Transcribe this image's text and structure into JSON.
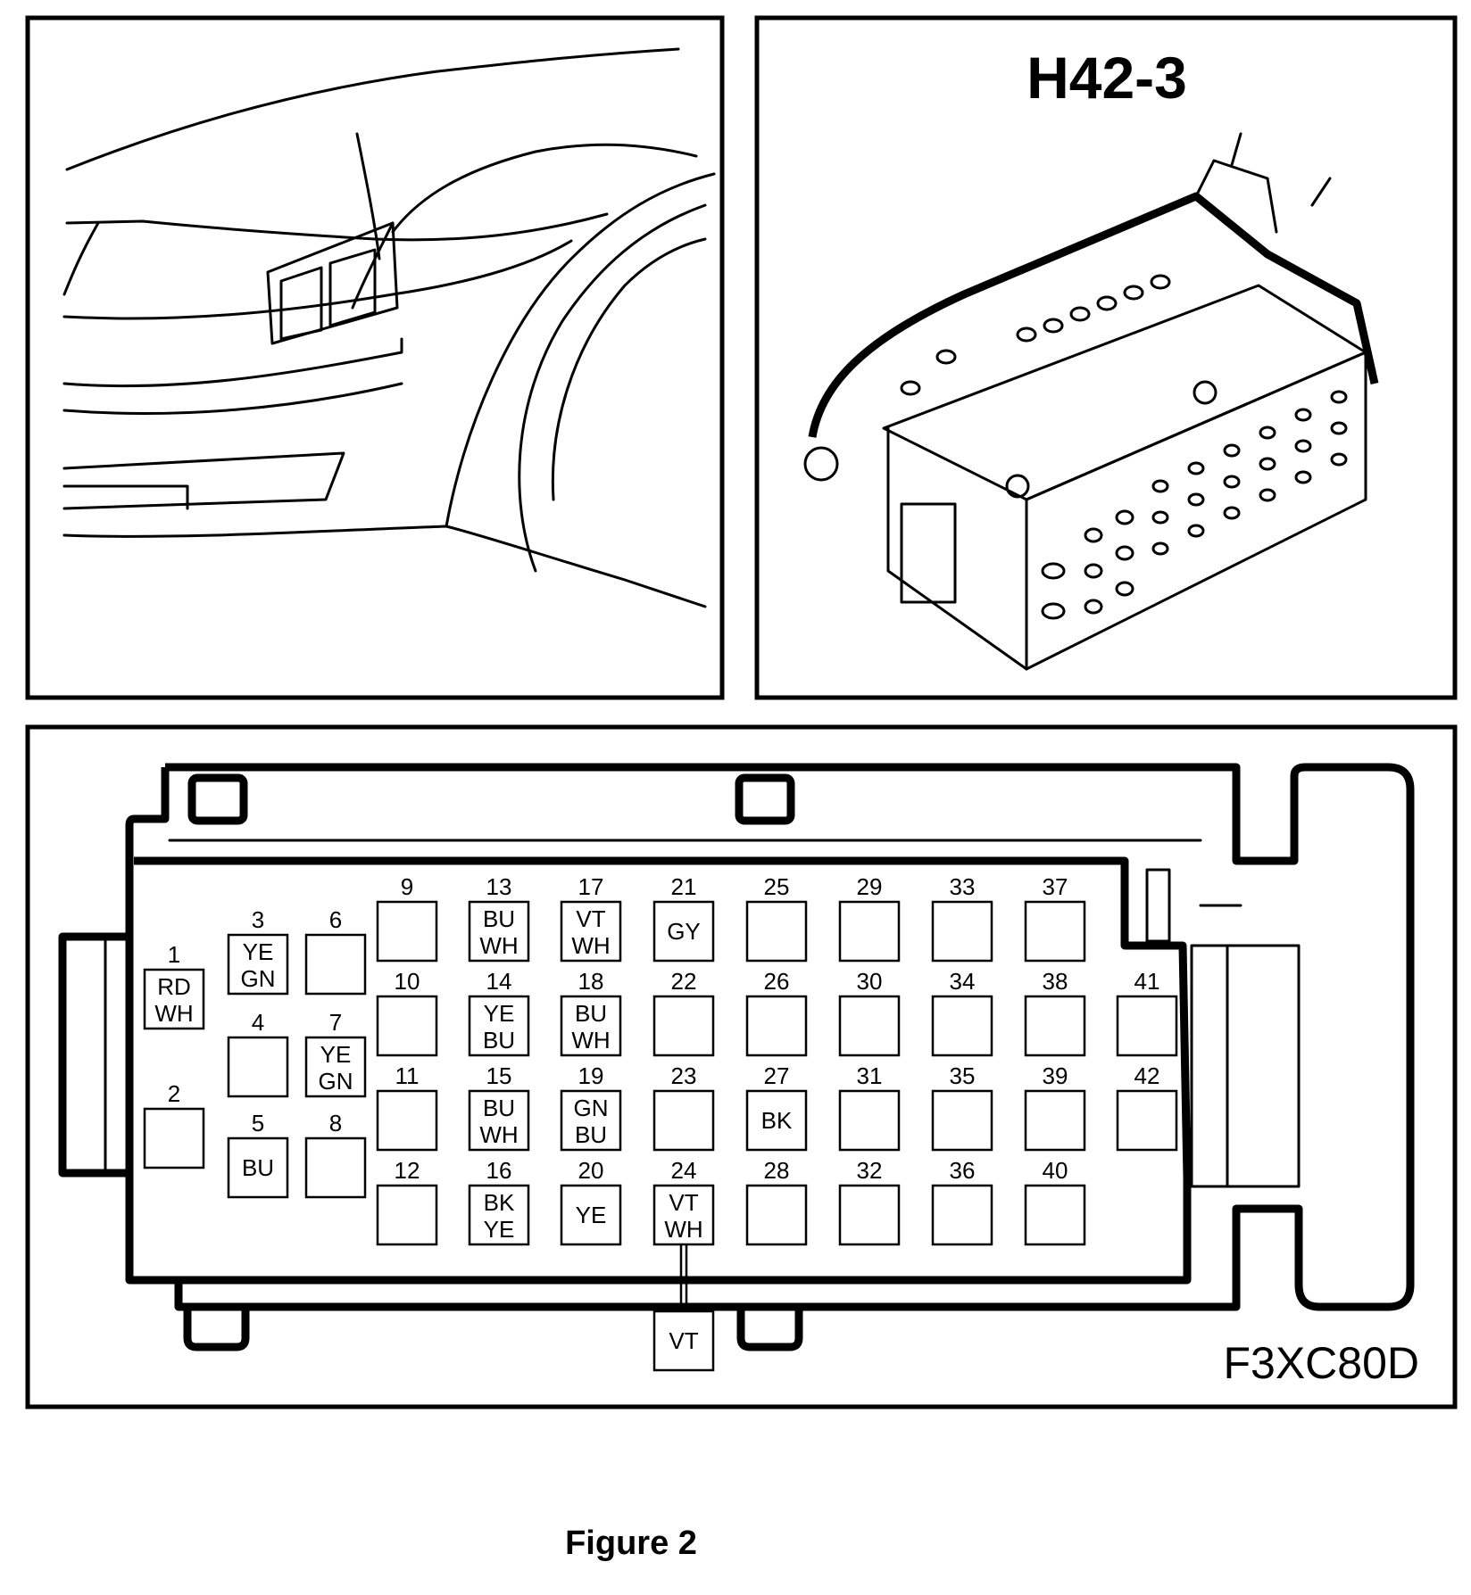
{
  "connector_title": "H42-3",
  "figure_code": "F3XC80D",
  "figure_caption": "Figure 2",
  "pins": [
    {
      "n": "1",
      "w": [
        "RD",
        "WH"
      ]
    },
    {
      "n": "2",
      "w": []
    },
    {
      "n": "3",
      "w": [
        "YE",
        "GN"
      ]
    },
    {
      "n": "4",
      "w": []
    },
    {
      "n": "5",
      "w": [
        "BU"
      ]
    },
    {
      "n": "6",
      "w": []
    },
    {
      "n": "7",
      "w": [
        "YE",
        "GN"
      ]
    },
    {
      "n": "8",
      "w": []
    },
    {
      "n": "9",
      "w": []
    },
    {
      "n": "10",
      "w": []
    },
    {
      "n": "11",
      "w": []
    },
    {
      "n": "12",
      "w": []
    },
    {
      "n": "13",
      "w": [
        "BU",
        "WH"
      ]
    },
    {
      "n": "14",
      "w": [
        "YE",
        "BU"
      ]
    },
    {
      "n": "15",
      "w": [
        "BU",
        "WH"
      ]
    },
    {
      "n": "16",
      "w": [
        "BK",
        "YE"
      ]
    },
    {
      "n": "17",
      "w": [
        "VT",
        "WH"
      ]
    },
    {
      "n": "18",
      "w": [
        "BU",
        "WH"
      ]
    },
    {
      "n": "19",
      "w": [
        "GN",
        "BU"
      ]
    },
    {
      "n": "20",
      "w": [
        "YE"
      ]
    },
    {
      "n": "21",
      "w": [
        "GY"
      ]
    },
    {
      "n": "22",
      "w": []
    },
    {
      "n": "23",
      "w": []
    },
    {
      "n": "24",
      "w": [
        "VT",
        "WH"
      ]
    },
    {
      "n": "25",
      "w": []
    },
    {
      "n": "26",
      "w": []
    },
    {
      "n": "27",
      "w": [
        "BK"
      ]
    },
    {
      "n": "28",
      "w": []
    },
    {
      "n": "29",
      "w": []
    },
    {
      "n": "30",
      "w": []
    },
    {
      "n": "31",
      "w": []
    },
    {
      "n": "32",
      "w": []
    },
    {
      "n": "33",
      "w": []
    },
    {
      "n": "34",
      "w": []
    },
    {
      "n": "35",
      "w": []
    },
    {
      "n": "36",
      "w": []
    },
    {
      "n": "37",
      "w": []
    },
    {
      "n": "38",
      "w": []
    },
    {
      "n": "39",
      "w": []
    },
    {
      "n": "40",
      "w": []
    },
    {
      "n": "41",
      "w": []
    },
    {
      "n": "42",
      "w": []
    }
  ],
  "splice": {
    "from_pin": "24",
    "label": "VT"
  }
}
